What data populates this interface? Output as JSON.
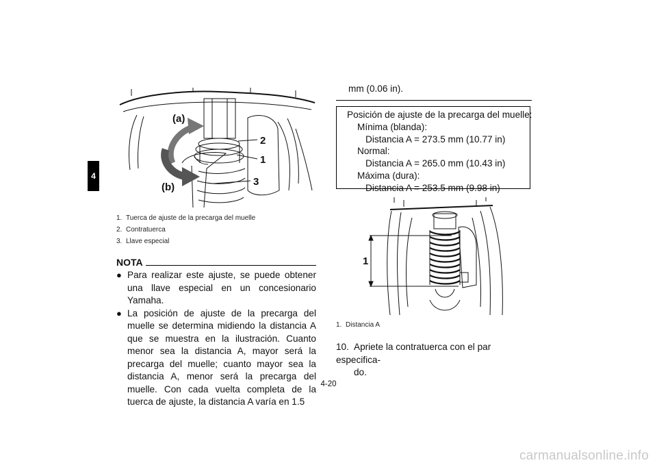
{
  "section_tab": "4",
  "figure1": {
    "labels": {
      "a": "(a)",
      "b": "(b)",
      "c1": "1",
      "c2": "2",
      "c3": "3"
    },
    "captions": [
      {
        "num": "1.",
        "text": "Tuerca de ajuste de la precarga del muelle"
      },
      {
        "num": "2.",
        "text": "Contratuerca"
      },
      {
        "num": "3.",
        "text": "Llave especial"
      }
    ]
  },
  "nota": {
    "title": "NOTA",
    "bullets": [
      "Para realizar este ajuste, se puede obtener una llave especial en un concesionario Yamaha.",
      "La posición de ajuste de la precarga del muelle se determina midiendo la distancia A que se muestra en la ilustración. Cuanto menor sea la distancia A, mayor será la precarga del muelle; cuanto mayor sea la distancia A, menor será la precarga del muelle. Con cada vuelta completa de la tuerca de ajuste, la distancia A varía en 1.5"
    ]
  },
  "right_column": {
    "continuation": "mm (0.06 in).",
    "spec": {
      "heading": "Posición de ajuste de la precarga del muelle:",
      "min_label": "Mínima (blanda):",
      "min_value": "Distancia A = 273.5 mm (10.77 in)",
      "normal_label": "Normal:",
      "normal_value": "Distancia A = 265.0 mm (10.43 in)",
      "max_label": "Máxima (dura):",
      "max_value": "Distancia A = 253.5 mm (9.98 in)"
    },
    "figure2": {
      "label": "1",
      "caption": {
        "num": "1.",
        "text": "Distancia A"
      }
    },
    "step": {
      "num": "10.",
      "line1": "Apriete la contratuerca con el par especifica-",
      "line2": "do."
    }
  },
  "page_number": "4-20",
  "watermark": "carmanualsonline.info"
}
